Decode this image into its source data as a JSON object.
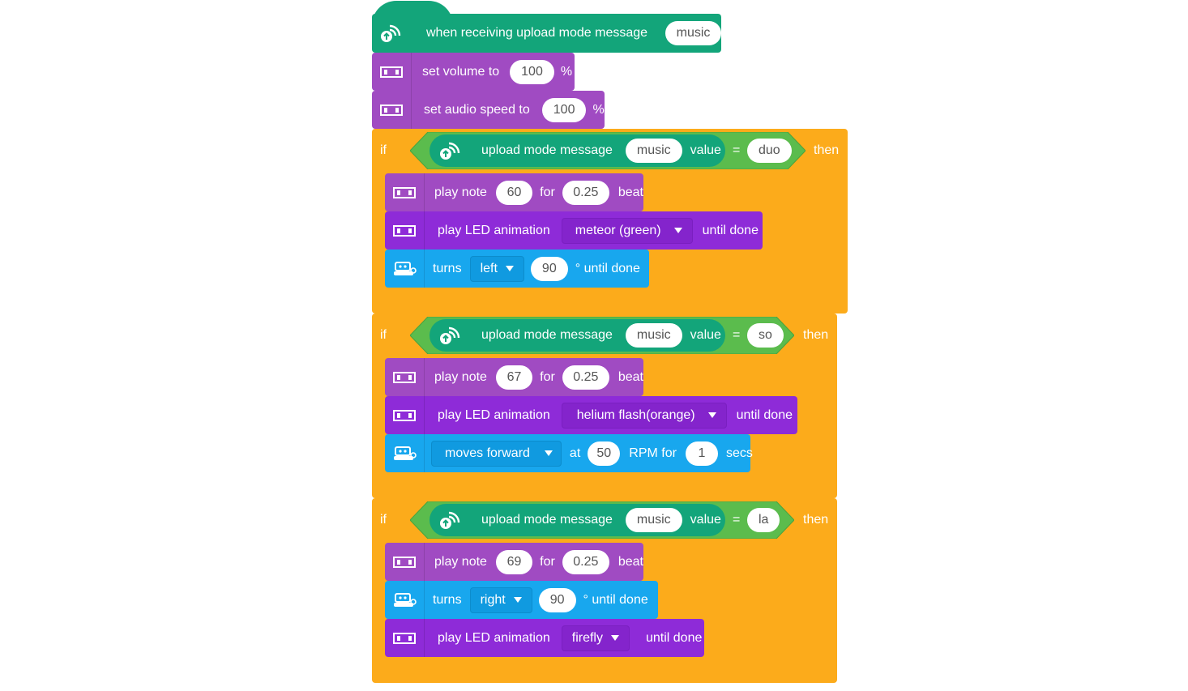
{
  "hat": {
    "label": "when receiving upload mode message",
    "msg": "music"
  },
  "vol": {
    "label": "set volume to",
    "value": "100",
    "unit": "%"
  },
  "speed": {
    "label": "set audio speed to",
    "value": "100",
    "unit": "%"
  },
  "ifs": [
    {
      "if_label": "if",
      "then_label": "then",
      "cond": {
        "label": "upload mode message",
        "msg": "music",
        "value_label": "value",
        "eq": "=",
        "target": "duo"
      },
      "note": {
        "label": "play note",
        "note": "60",
        "for": "for",
        "beat": "0.25",
        "beat_label": "beat"
      },
      "led": {
        "label": "play LED animation",
        "anim": "meteor (green)",
        "until": "until done"
      },
      "move": {
        "label": "turns",
        "dir": "left",
        "deg": "90",
        "suffix": "° until done"
      }
    },
    {
      "if_label": "if",
      "then_label": "then",
      "cond": {
        "label": "upload mode message",
        "msg": "music",
        "value_label": "value",
        "eq": "=",
        "target": "so"
      },
      "note": {
        "label": "play note",
        "note": "67",
        "for": "for",
        "beat": "0.25",
        "beat_label": "beat"
      },
      "led": {
        "label": "play LED animation",
        "anim": "helium flash(orange)",
        "until": "until done"
      },
      "move": {
        "dir": "moves forward",
        "at": "at",
        "rpm": "50",
        "rpm_label": "RPM for",
        "secs": "1",
        "secs_label": "secs"
      }
    },
    {
      "if_label": "if",
      "then_label": "then",
      "cond": {
        "label": "upload mode message",
        "msg": "music",
        "value_label": "value",
        "eq": "=",
        "target": "la"
      },
      "note": {
        "label": "play note",
        "note": "69",
        "for": "for",
        "beat": "0.25",
        "beat_label": "beat"
      },
      "move": {
        "label": "turns",
        "dir": "right",
        "deg": "90",
        "suffix": "° until done"
      },
      "led": {
        "label": "play LED animation",
        "anim": "firefly",
        "until": "until done"
      }
    }
  ]
}
